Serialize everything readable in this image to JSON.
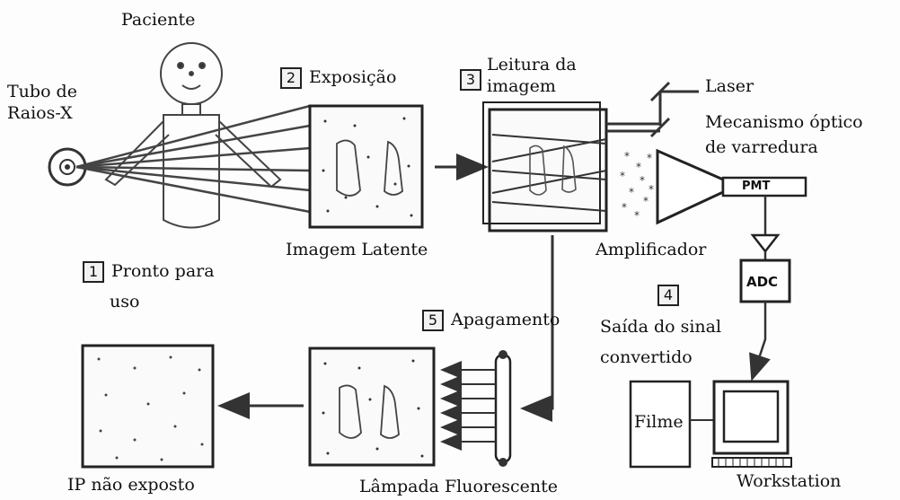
{
  "labels": {
    "patient": "Paciente",
    "tube_line1": "Tubo de",
    "tube_line2": "Raios-X",
    "exposure": "Exposição",
    "reading_line1": "Leitura da",
    "reading_line2": "imagem",
    "laser": "Laser",
    "scan_line1": "Mecanismo óptico",
    "scan_line2": "de varredura",
    "pmt": "PMT",
    "latent": "Imagem Latente",
    "amplifier": "Amplificador",
    "adc": "ADC",
    "ready_line1": "Pronto para",
    "ready_line2": "uso",
    "erase": "Apagamento",
    "output_line1": "Saída do sinal",
    "output_line2": "convertido",
    "film": "Filme",
    "workstation": "Workstation",
    "ip_unexposed": "IP não exposto",
    "lamp": "Lâmpada Fluorescente"
  },
  "steps": {
    "s1": "1",
    "s2": "2",
    "s3": "3",
    "s4": "4",
    "s5": "5"
  }
}
